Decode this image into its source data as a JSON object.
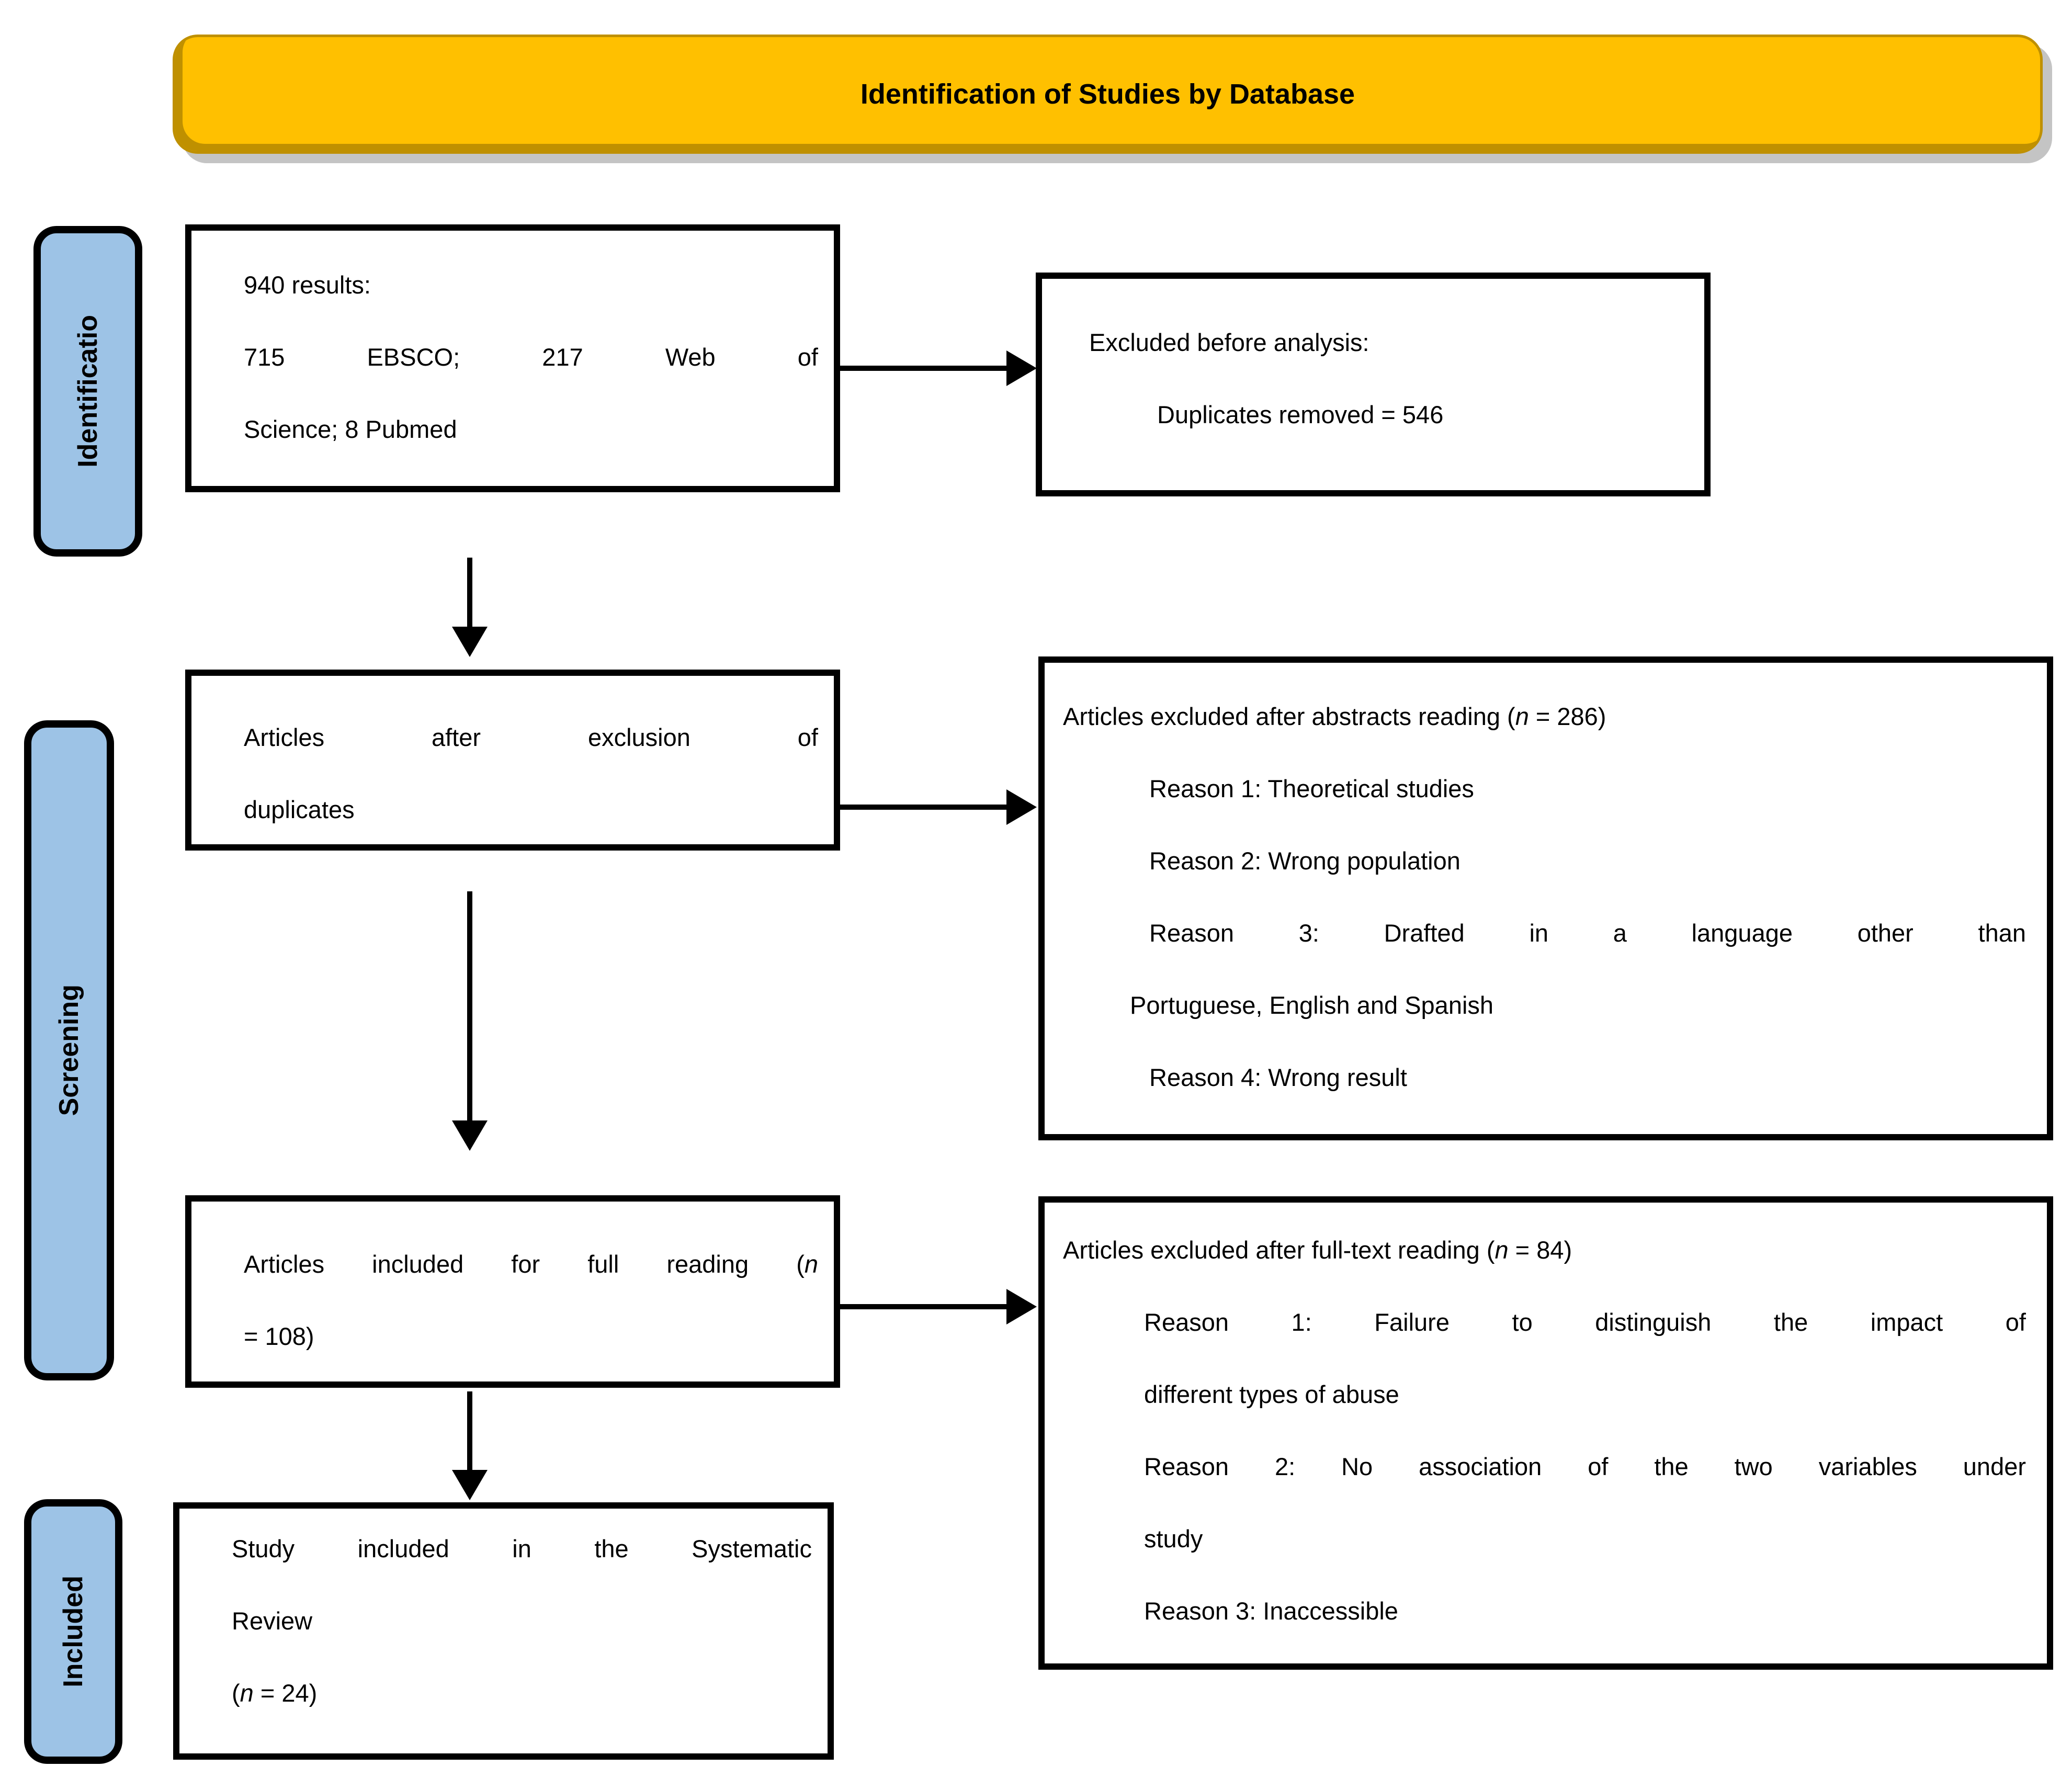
{
  "banner": {
    "title": "Identification of Studies by Database"
  },
  "stages": {
    "identification": "Identificatio",
    "screening": "Screening",
    "included": "Included"
  },
  "flow": {
    "results": {
      "l1": "940 results:",
      "l2": "715 EBSCO; 217 Web of",
      "l3": "Science; 8 Pubmed"
    },
    "excluded_before": {
      "l1": "Excluded before analysis:",
      "l2": "Duplicates removed = 546"
    },
    "after_duplicates": {
      "l1": "Articles after exclusion of",
      "l2": "duplicates"
    },
    "excluded_abstracts": {
      "l1pre": "Articles excluded after abstracts reading (",
      "n": "n",
      "l1post": " = 286)",
      "l2": "Reason 1: Theoretical studies",
      "l3": "Reason 2: Wrong population",
      "l4": "Reason 3: Drafted in a language other than",
      "l5": "Portuguese, English and Spanish",
      "l6": "Reason 4: Wrong result"
    },
    "full_reading": {
      "l1pre": "Articles included for full reading (",
      "n": "n",
      "l2": "= 108)"
    },
    "excluded_fulltext": {
      "l1pre": "Articles excluded after full-text reading (",
      "n": "n",
      "l1post": " = 84)",
      "l2": "Reason 1: Failure to distinguish the impact of",
      "l3": "different types of abuse",
      "l4": "Reason 2: No association of the two variables under",
      "l5": "study",
      "l6": "Reason 3: Inaccessible"
    },
    "included_review": {
      "l1": "Study included in the Systematic",
      "l2": "Review",
      "l3pre": "(",
      "n": "n",
      "l3post": " = 24)"
    }
  },
  "colors": {
    "banner_bg": "#FFC000",
    "banner_edge": "#BF9000",
    "banner_shadow": "#C4C4C4",
    "stage_bg": "#9DC3E6",
    "box_border": "#000000",
    "text": "#000000"
  }
}
